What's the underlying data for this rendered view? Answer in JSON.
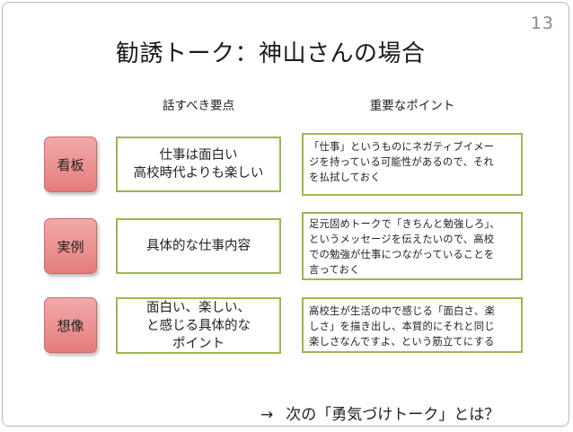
{
  "slide": {
    "page_number": "13",
    "title": "勧誘トーク：神山さんの場合",
    "col_left": "話すべき要点",
    "col_right": "重要なポイント",
    "rows": [
      {
        "tag": "看板",
        "point_lines": [
          "仕事は面白い",
          "高校時代よりも楽しい"
        ],
        "note_lines": [
          "「仕事」というものにネガティブイメー",
          "ジを持っている可能性があるので、それ",
          "を払拭しておく"
        ]
      },
      {
        "tag": "実例",
        "point_lines": [
          "具体的な仕事内容"
        ],
        "note_lines": [
          "足元固めトークで「きちんと勉強しろ」、",
          "というメッセージを伝えたいので、高校",
          "での勉強が仕事につながっていることを",
          "言っておく"
        ]
      },
      {
        "tag": "想像",
        "point_lines": [
          "面白い、楽しい、",
          "と感じる具体的な",
          "ポイント"
        ],
        "note_lines": [
          "高校生が生活の中で感じる「面白さ、楽",
          "しさ」を描き出し、本質的にそれと同じ",
          "楽しさなんですよ、という筋立てにする"
        ]
      }
    ],
    "footer_arrow": "→",
    "footer_text": "次の「勇気づけトーク」とは？"
  }
}
